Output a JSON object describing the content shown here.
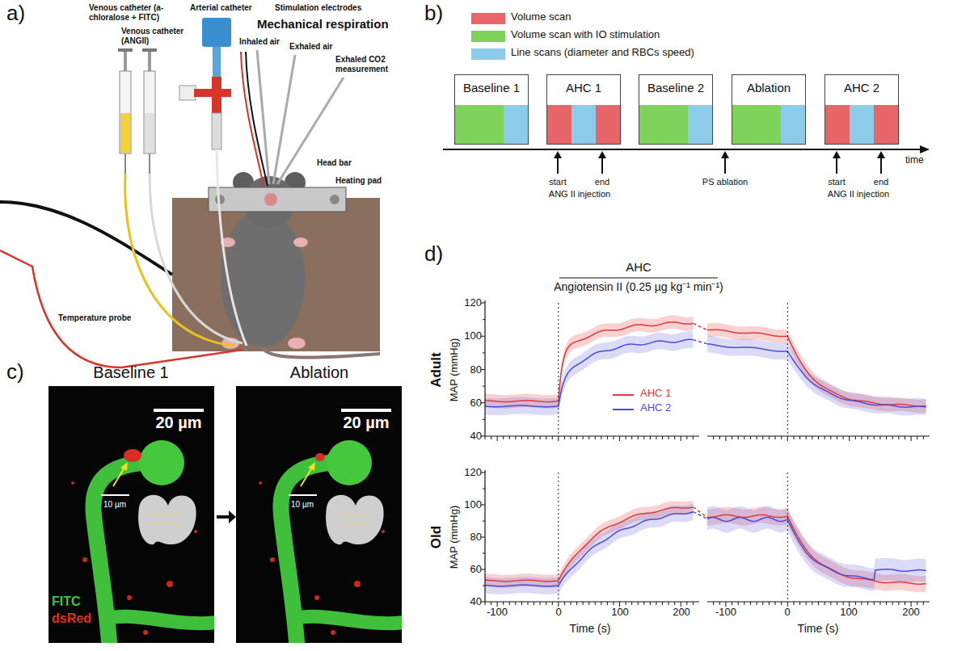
{
  "diagram": {
    "nodes": [
      {
        "text": [
          "Baseline 1"
        ]
      },
      {
        "text": [
          "AHC 1"
        ]
      },
      {
        "text": [
          "Baseline 2"
        ]
      },
      {
        "text": [
          "Ablation"
        ]
      },
      {
        "text": [
          "AHC 2"
        ]
      }
    ],
    "labels": [
      "a)",
      "Venous catheter (a-chloralose + FITC)",
      "Venous catheter (ANGII)",
      "Arterial catheter",
      "Stimulation electrodes",
      "Mechanical respiration",
      "Inhaled air",
      "Exhaled air",
      "Exhaled CO2 measurement",
      "Head bar",
      "Heating pad",
      "Temperature probe",
      "b)",
      "time",
      "start",
      "end",
      "ANG II injection",
      "PS ablation",
      "start",
      "end",
      "ANG II injection",
      "c)",
      "Baseline 1",
      "Ablation",
      "20 µm",
      "20 µm",
      "10 µm",
      "10 µm",
      "FITC",
      "dsRed",
      "d)",
      "AHC",
      "Angiotensin II (0.25 µg kg⁻¹ min⁻¹)",
      "Adult",
      "MAP (mmHg)",
      "120",
      "100",
      "80",
      "60",
      "40",
      "Old",
      "MAP (mmHg)",
      "120",
      "100",
      "80",
      "60",
      "40",
      "-100",
      "0",
      "100",
      "200",
      "-100",
      "0",
      "100",
      "200",
      "Time (s)",
      "Time (s)"
    ],
    "legend": [
      {
        "text": "Volume scan",
        "color": "#e8666a"
      },
      {
        "text": "Volume scan with IO stimulation",
        "color": "#7fd35b"
      },
      {
        "text": "Line scans (diameter and RBCs speed)",
        "color": "#8dcbea"
      },
      {
        "text": "AHC 1"
      },
      {
        "text": "AHC 2"
      }
    ]
  }
}
